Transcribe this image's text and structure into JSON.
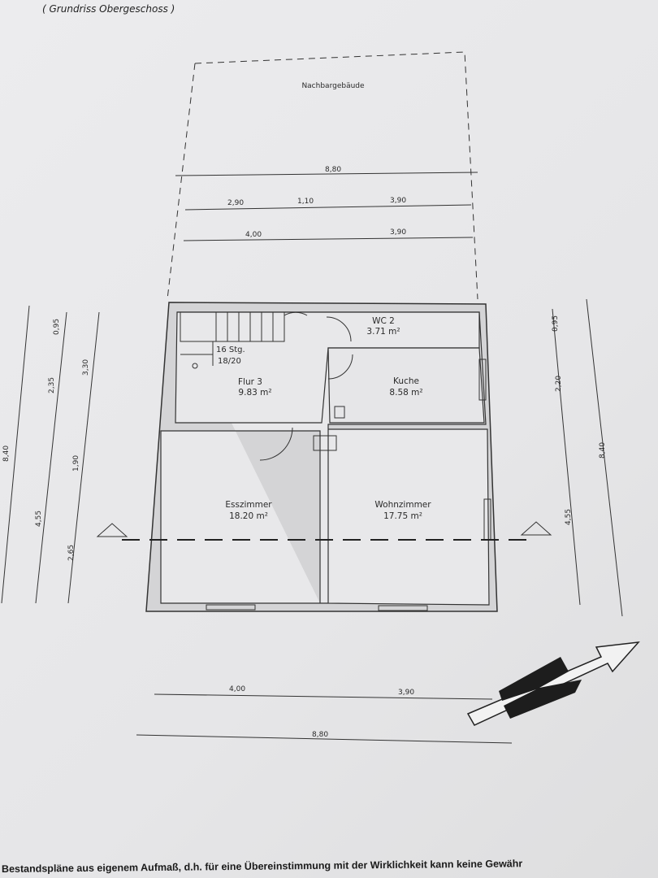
{
  "title": "( Grundriss Obergeschoss )",
  "neighbor_label": "Nachbargebäude",
  "rooms": [
    {
      "name": "Flur 3",
      "area": "9.83 m²"
    },
    {
      "name": "WC 2",
      "area": "3.71 m²"
    },
    {
      "name": "Kuche",
      "area": "8.58 m²"
    },
    {
      "name": "Esszimmer",
      "area": "18.20 m²"
    },
    {
      "name": "Wohnzimmer",
      "area": "17.75 m²"
    }
  ],
  "stairs": {
    "steps": "16 Stg.",
    "ratio": "18/20"
  },
  "dimensions": {
    "top_total": "8,80",
    "top_row1": [
      "2,90",
      "1,10",
      "3,90"
    ],
    "top_row2": [
      "4,00",
      "3,90"
    ],
    "left": [
      "0,95",
      "2,35",
      "3,30",
      "1,90",
      "4,55",
      "2,65",
      "8,40"
    ],
    "right": [
      "0,95",
      "2,20",
      "4,55",
      "8,40"
    ],
    "bottom_row1": [
      "4,00",
      "3,90"
    ],
    "bottom_total": "8,80"
  },
  "footer": "Bestandspläne aus eigenem Aufmaß, d.h. für eine Übereinstimmung mit der Wirklichkeit kann keine Gewähr"
}
